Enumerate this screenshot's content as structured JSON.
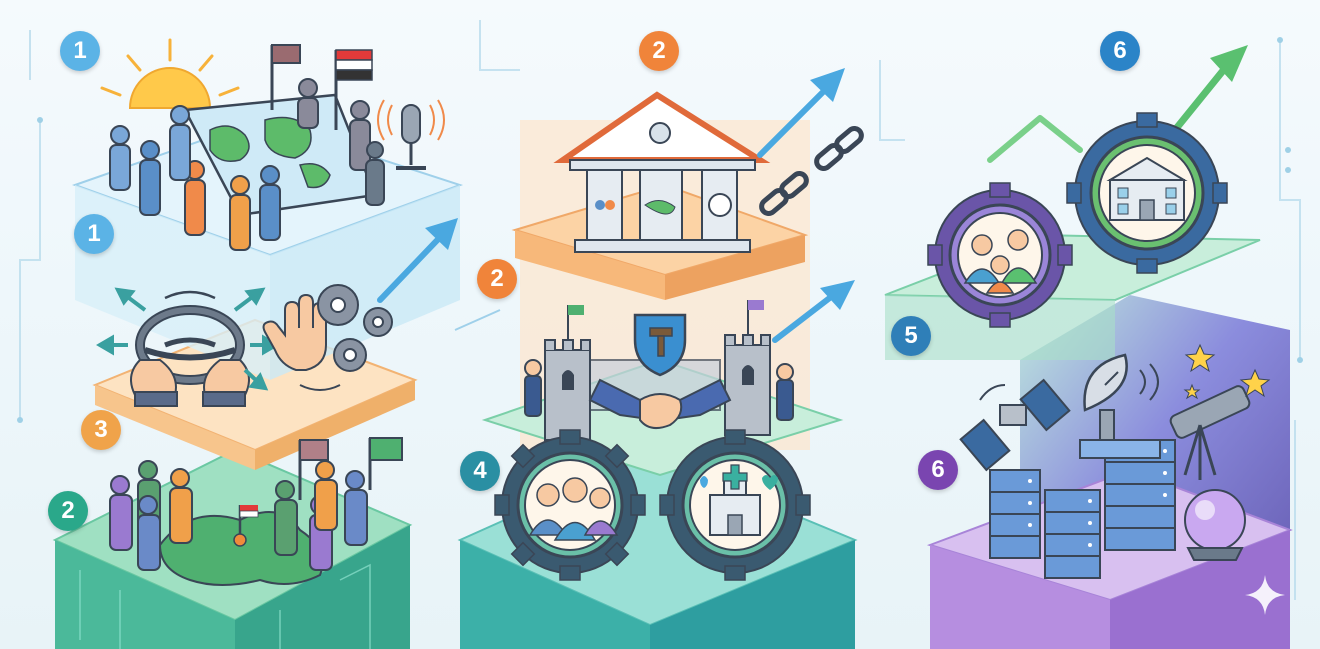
{
  "badges": [
    {
      "text": "1",
      "color": "#5bb3e6"
    },
    {
      "text": "1",
      "color": "#5bb3e6"
    },
    {
      "text": "3",
      "color": "#f0a34a"
    },
    {
      "text": "2",
      "color": "#2aa88a"
    },
    {
      "text": "2",
      "color": "#f0843a"
    },
    {
      "text": "2",
      "color": "#f0843a"
    },
    {
      "text": "4",
      "color": "#2a8fa3"
    },
    {
      "text": "6",
      "color": "#2b84c8"
    },
    {
      "text": "5",
      "color": "#2f7fb8"
    },
    {
      "text": "6",
      "color": "#7a45b0"
    }
  ],
  "icons": {
    "sun": "sun-icon",
    "world_map": "world-map-icon",
    "microphone": "microphone-icon",
    "steering_wheel": "steering-wheel-icon",
    "raised_hand": "raised-hand-icon",
    "gears": "gears-icon",
    "country_map": "country-map-icon",
    "bank": "bank-building-icon",
    "broken_chain": "broken-chain-icon",
    "castle": "castle-icon",
    "shield_hammer": "shield-hammer-icon",
    "handshake": "handshake-icon",
    "family_gear": "family-gear-icon",
    "hospital_gear": "hospital-gear-icon",
    "government_gear": "government-gear-icon",
    "satellite": "satellite-icon",
    "satellite_dish": "satellite-dish-icon",
    "servers": "server-rack-icon",
    "telescope": "telescope-icon",
    "crystal_ball": "crystal-ball-icon",
    "growth_arrow": "growth-arrow-icon",
    "sparkle": "sparkle-icon"
  },
  "colors": {
    "blue": "#5bb3e6",
    "orange": "#f0843a",
    "green": "#2aa88a",
    "teal": "#2a8fa3",
    "purple": "#7a45b0",
    "outline": "#3a4656"
  }
}
